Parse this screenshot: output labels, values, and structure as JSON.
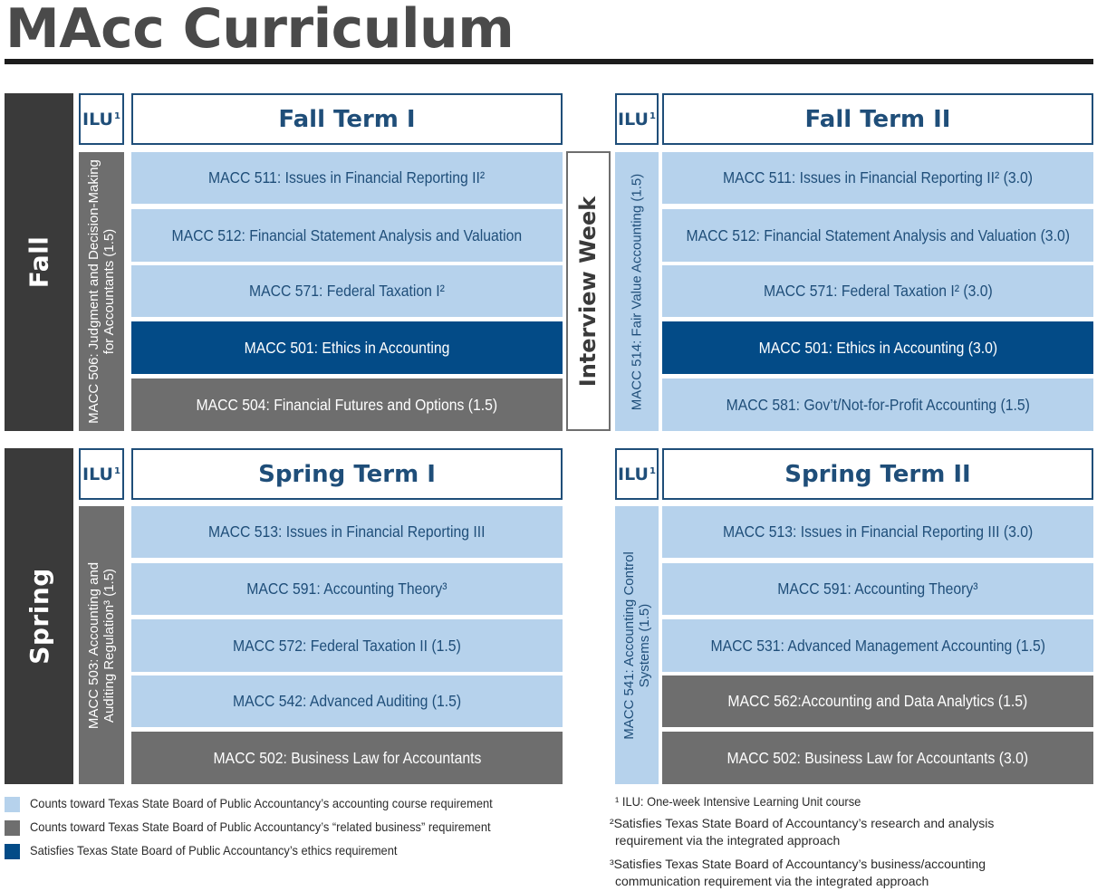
{
  "title": "MAcc Curriculum",
  "colors": {
    "light_blue": "#b6d2ec",
    "dark_blue": "#034b87",
    "gray": "#6e6e6e",
    "dark_gray": "#3a3a3a",
    "navy_text": "#1f4e79"
  },
  "fall": {
    "label": "Fall",
    "term1": {
      "ilu_label": "ILU",
      "ilu_sup": "1",
      "title": "Fall Term I",
      "ilu_course": "MACC 506: Judgment and Decision-Making\nfor Accountants (1.5)",
      "courses": [
        {
          "label": "MACC 511: Issues in Financial Reporting II²",
          "kind": "light"
        },
        {
          "label": "MACC 512: Financial Statement Analysis and Valuation",
          "kind": "light"
        },
        {
          "label": "MACC 571: Federal Taxation I²",
          "kind": "light"
        },
        {
          "label": "MACC 501: Ethics in Accounting",
          "kind": "dark"
        },
        {
          "label": "MACC 504: Financial Futures and Options (1.5)",
          "kind": "gray"
        }
      ]
    },
    "interview_week": "Interview Week",
    "term2": {
      "ilu_label": "ILU",
      "ilu_sup": "1",
      "title": "Fall Term II",
      "ilu_course": "MACC 514: Fair Value Accounting (1.5)",
      "courses": [
        {
          "label": "MACC 511: Issues in Financial Reporting II² (3.0)",
          "kind": "light"
        },
        {
          "label": "MACC 512: Financial Statement Analysis and Valuation (3.0)",
          "kind": "light"
        },
        {
          "label": "MACC 571: Federal Taxation I² (3.0)",
          "kind": "light"
        },
        {
          "label": "MACC 501: Ethics in Accounting (3.0)",
          "kind": "dark"
        },
        {
          "label": "MACC 581: Gov’t/Not-for-Profit Accounting (1.5)",
          "kind": "light"
        }
      ]
    }
  },
  "spring": {
    "label": "Spring",
    "term1": {
      "ilu_label": "ILU",
      "ilu_sup": "1",
      "title": "Spring Term I",
      "ilu_course": "MACC 503: Accounting and\nAuditing  Regulation³ (1.5)",
      "courses": [
        {
          "label": "MACC 513: Issues in Financial Reporting III",
          "kind": "light"
        },
        {
          "label": "MACC 591: Accounting Theory³",
          "kind": "light"
        },
        {
          "label": "MACC 572: Federal Taxation II (1.5)",
          "kind": "light"
        },
        {
          "label": "MACC 542: Advanced Auditing (1.5)",
          "kind": "light"
        },
        {
          "label": "MACC 502: Business Law for Accountants",
          "kind": "gray"
        }
      ]
    },
    "term2": {
      "ilu_label": "ILU",
      "ilu_sup": "1",
      "title": "Spring Term II",
      "ilu_course": "MACC 541: Accounting Control\nSystems (1.5)",
      "courses": [
        {
          "label": "MACC 513: Issues in Financial Reporting III (3.0)",
          "kind": "light"
        },
        {
          "label": "MACC 591: Accounting Theory³",
          "kind": "light"
        },
        {
          "label": "MACC 531: Advanced Management Accounting (1.5)",
          "kind": "light"
        },
        {
          "label": "MACC 562:Accounting and Data Analytics (1.5)",
          "kind": "gray"
        },
        {
          "label": "MACC 502: Business Law for Accountants (3.0)",
          "kind": "gray"
        }
      ]
    }
  },
  "legend": [
    {
      "label": "Counts toward Texas State Board of Public Accountancy’s accounting course requirement",
      "color": "#b6d2ec"
    },
    {
      "label": "Counts toward Texas State Board of Public Accountancy’s “related business” requirement",
      "color": "#6e6e6e"
    },
    {
      "label": "Satisfies Texas State Board of Public Accountancy’s ethics requirement",
      "color": "#034b87"
    }
  ],
  "footnotes": [
    "¹ ILU: One-week Intensive Learning Unit course",
    "²Satisfies Texas State Board of Accountancy’s research and analysis requirement via the integrated approach",
    "³Satisfies Texas State Board of Accountancy’s business/accounting communication requirement via the integrated approach"
  ]
}
